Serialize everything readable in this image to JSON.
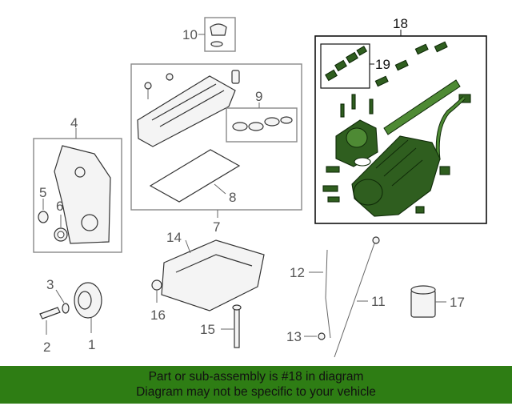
{
  "diagram": {
    "callouts": {
      "c1": "1",
      "c2": "2",
      "c3": "3",
      "c4": "4",
      "c5": "5",
      "c6": "6",
      "c7": "7",
      "c8": "8",
      "c9": "9",
      "c10": "10",
      "c11": "11",
      "c12": "12",
      "c13": "13",
      "c14": "14",
      "c15": "15",
      "c16": "16",
      "c17": "17",
      "c18": "18",
      "c19": "19"
    },
    "colors": {
      "highlight_part": "#2f5e1f",
      "banner": "#2e7d14",
      "outline": "#333333"
    }
  },
  "banner": {
    "line1": "Part or sub-assembly is #18 in diagram",
    "line2": "Diagram may not be specific to your vehicle"
  }
}
